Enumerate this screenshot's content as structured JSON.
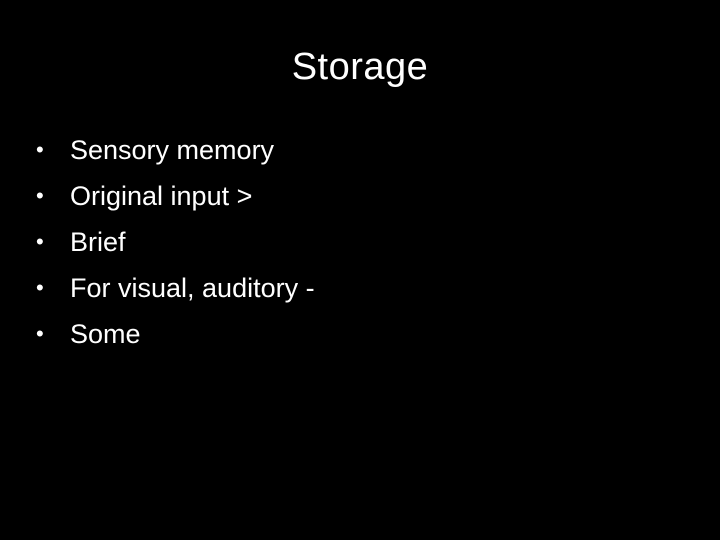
{
  "slide": {
    "title": "Storage",
    "bullets": [
      "Sensory memory",
      "Original input >",
      "Brief",
      "For visual, auditory -",
      "Some"
    ],
    "bullet_symbol": "•",
    "colors": {
      "background": "#000000",
      "text": "#ffffff"
    }
  }
}
